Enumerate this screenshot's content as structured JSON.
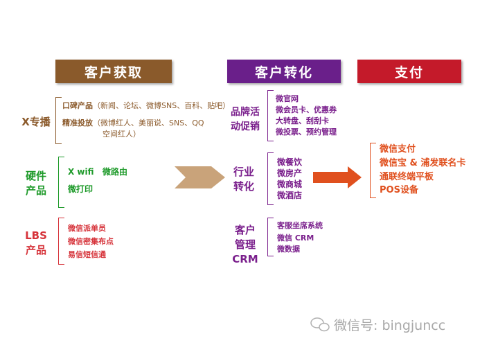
{
  "headers": [
    {
      "label": "客户获取",
      "color": "#8a5a2b"
    },
    {
      "label": "客户转化",
      "color": "#6a1f8a"
    },
    {
      "label": "支付",
      "color": "#c41a2a"
    }
  ],
  "colors": {
    "brown": "#8b5a2b",
    "green": "#1e9a2a",
    "red": "#d6333a",
    "purple": "#7a1f8c",
    "orange": "#e0501e",
    "arrow_brown": "#c9a37a"
  },
  "acquisition": {
    "x_topic": {
      "label": "X专播",
      "items": [
        {
          "key": "口碑产品",
          "detail": "（新闻、论坛、微博SNS、百科、贴吧）"
        },
        {
          "key": "精准投放",
          "detail": "（微博红人、美丽说、SNS、QQ"
        },
        {
          "key": "",
          "detail": "空间红人）"
        }
      ]
    },
    "hardware": {
      "label_line1": "硬件",
      "label_line2": "产品",
      "items": [
        "X wifi",
        "微路由",
        "微打印"
      ]
    },
    "lbs": {
      "label_line1": "LBS",
      "label_line2": "产品",
      "items": [
        "微信派单员",
        "微信密集布点",
        "易信短信通"
      ]
    }
  },
  "conversion": {
    "brand": {
      "label_line1": "品牌活",
      "label_line2": "动促销",
      "items": [
        "微官网",
        "微会员卡、优惠券",
        "大转盘、刮刮卡",
        "微投票、预约管理"
      ]
    },
    "industry": {
      "label_line1": "行业",
      "label_line2": "转化",
      "items": [
        "微餐饮",
        "微房产",
        "微商城",
        "微酒店"
      ]
    },
    "crm": {
      "label_line1": "客户",
      "label_line2": "管理",
      "label_line3": "CRM",
      "items": [
        "客服坐席系统",
        "微信 CRM",
        "微数据"
      ]
    }
  },
  "payment": {
    "items": [
      "微信支付",
      "微信宝 & 浦发联名卡",
      "通联终端平板",
      "POS设备"
    ]
  },
  "watermark": "微信号: bingjuncc"
}
